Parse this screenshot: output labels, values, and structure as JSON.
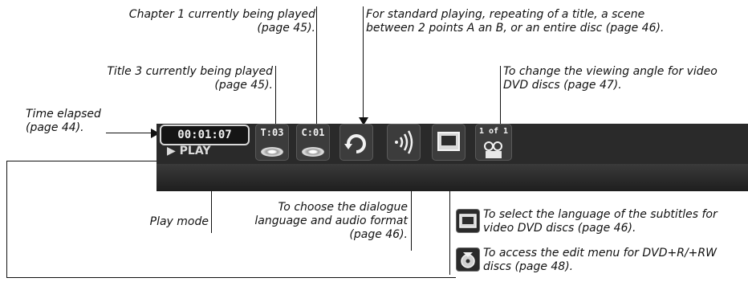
{
  "annotations": {
    "chapter": "Chapter 1 currently being played (page 45).",
    "repeat": "For standard playing, repeating of a title, a scene between 2 points A an B, or an entire disc (page 46).",
    "title": "Title 3 currently being played (page 45).",
    "angle": "To change the viewing angle for video DVD discs (page 47).",
    "time": "Time elapsed (page 44).",
    "audio": "To choose the dialogue language and audio format (page 46).",
    "play_mode": "Play mode",
    "subtitles": "To select the language of the subtitles for video DVD discs (page 46).",
    "edit": "To access the edit menu for DVD+R/+RW discs (page 48)."
  },
  "osd": {
    "time": "00:01:07",
    "play_mode": "▶ PLAY",
    "title": "T:03",
    "chapter": "C:01",
    "angle": "1 of 1"
  },
  "icons": [
    "disc-icon",
    "repeat-icon",
    "audio-icon",
    "subtitle-icon",
    "angle-icon",
    "edit-icon"
  ]
}
